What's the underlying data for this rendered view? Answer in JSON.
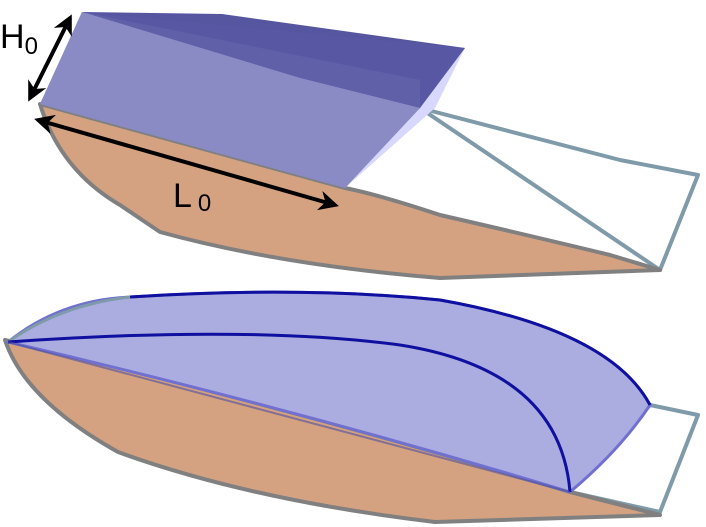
{
  "figure": {
    "top_panel": {
      "description": "Initial rectangular fluid block on a sloped curved bed",
      "labels": {
        "height": {
          "main": "H",
          "sub": "0"
        },
        "length": {
          "main": "L",
          "sub": "0"
        }
      }
    },
    "bottom_panel": {
      "description": "Deformed fluid mass spreading down the sloped curved bed"
    },
    "colors": {
      "bed_fill": "#D4A281",
      "bed_outline": "#808080",
      "plane_outline": "#7F9AA8",
      "block_top": "#5555A0",
      "block_front": "#8A8AC4",
      "block_side": "#D8D8FF",
      "flow_fill": "#ABADE0",
      "flow_outline": "#1010A0",
      "arrow": "#000000"
    }
  }
}
